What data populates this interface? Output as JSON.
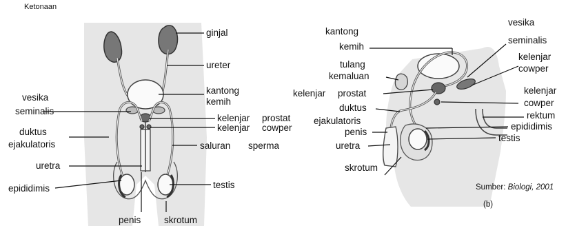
{
  "panel_a": {
    "header_fragment": "Ketonaan",
    "labels": {
      "ginjal": "ginjal",
      "ureter": "ureter",
      "kantong_line1": "kantong",
      "kantong_line2": "kemih",
      "vesika_line1": "vesika",
      "vesika_line2": "seminalis",
      "prostat_line1": "kelenjar",
      "prostat_line2": "prostat",
      "cowper_line1": "kelenjar",
      "cowper_line2": "cowper",
      "duktus_line1": "duktus",
      "duktus_line2": "ejakulatoris",
      "saluran_line1": "saluran",
      "saluran_line2": "sperma",
      "uretra": "uretra",
      "testis": "testis",
      "epididimis": "epididimis",
      "penis": "penis",
      "skrotum": "skrotum"
    }
  },
  "panel_b": {
    "caption": "(b)",
    "labels": {
      "kantong_line1": "kantong",
      "kantong_line2": "kemih",
      "vesika_line1": "vesika",
      "vesika_line2": "seminalis",
      "tulang_line1": "tulang",
      "tulang_line2": "kemaluan",
      "kelenjar_cowper_line1": "kelenjar",
      "kelenjar_cowper_line2": "cowper",
      "prostat_line1": "kelenjar",
      "prostat_line2": "prostat",
      "kelenjar_r_line1": "kelenjar",
      "kelenjar_r_line2": "cowper",
      "duktus": "duktus",
      "ejakulatoris": "ejakulatoris",
      "rektum": "rektum",
      "epididimis": "epididimis",
      "penis": "penis",
      "testis": "testis",
      "uretra": "uretra",
      "skrotum": "skrotum"
    }
  },
  "source": {
    "prefix": "Sumber: ",
    "title": "Biologi, 2001"
  }
}
